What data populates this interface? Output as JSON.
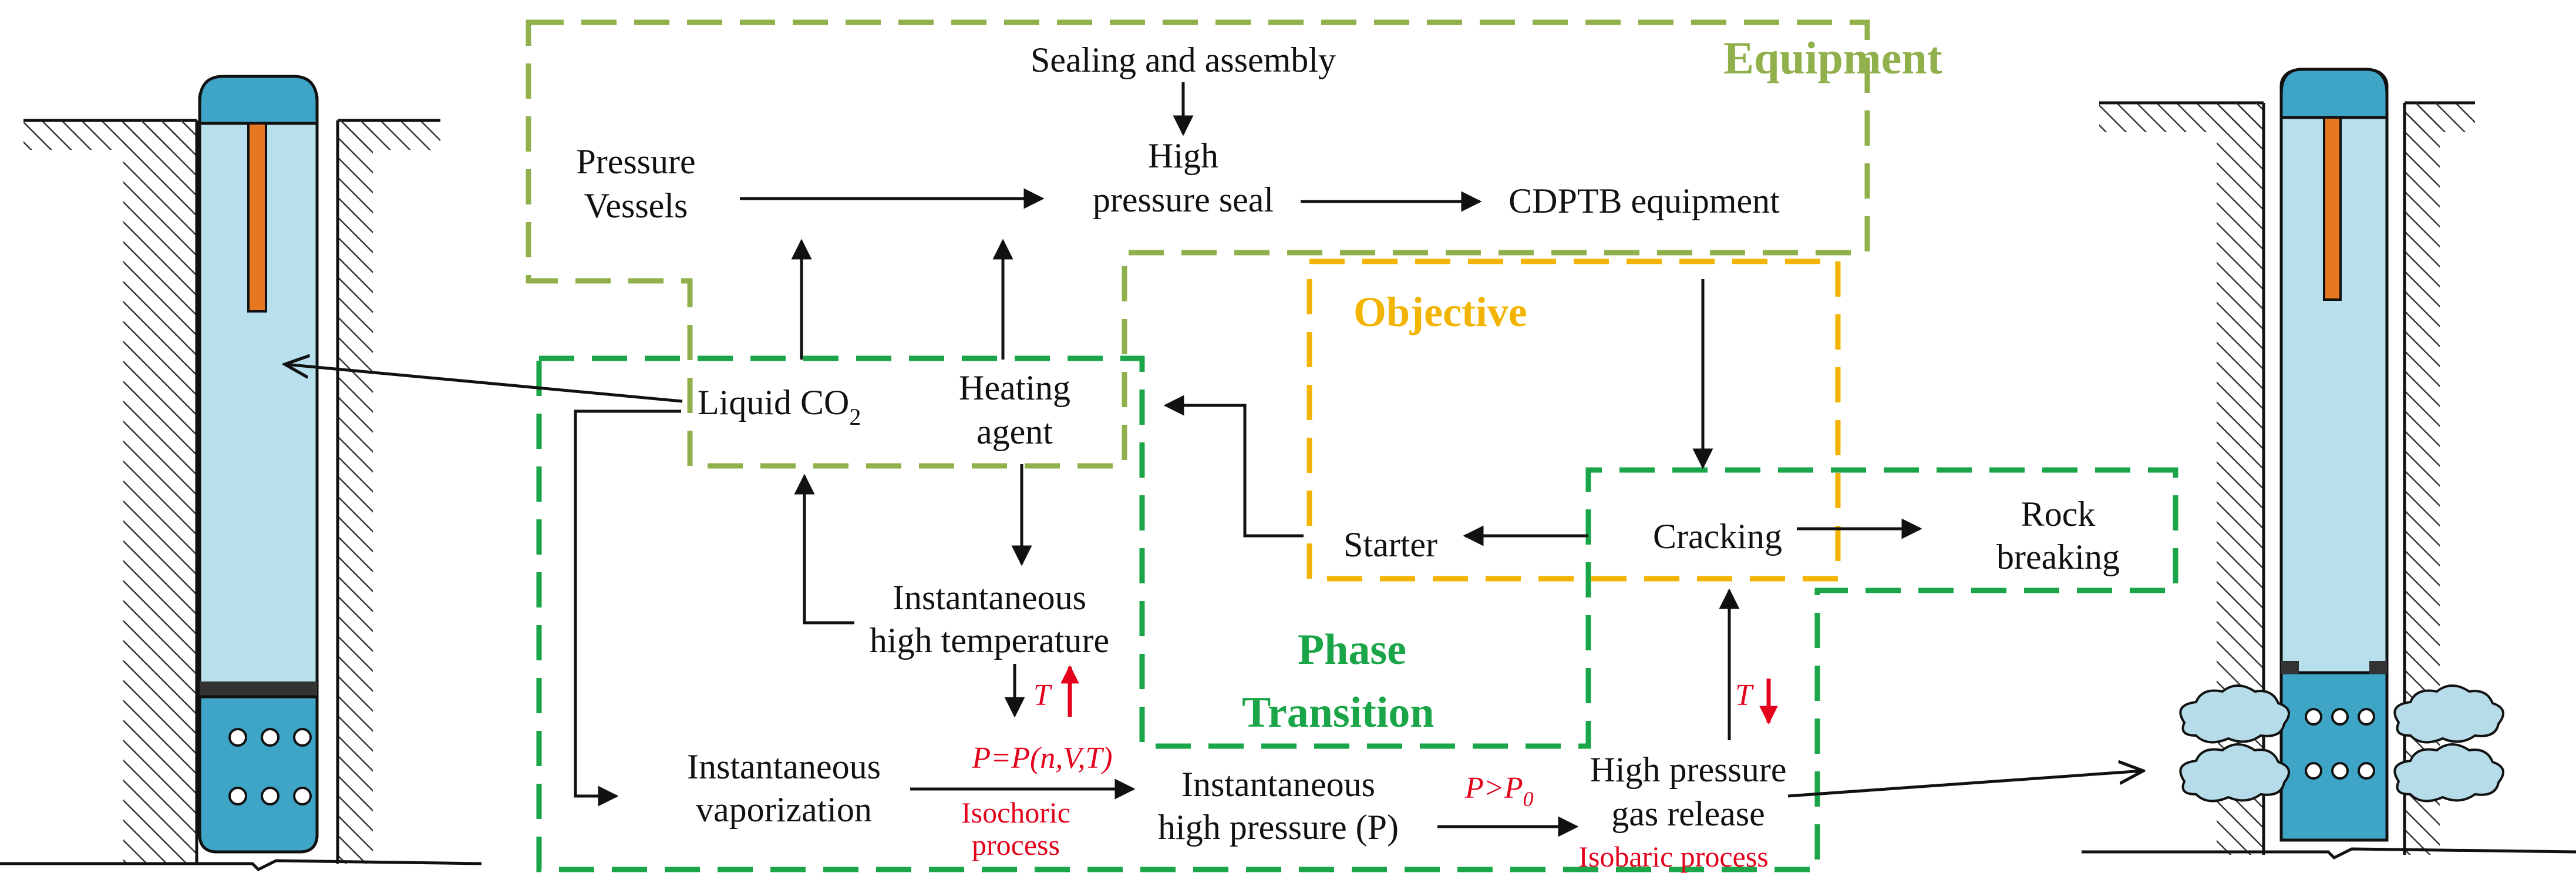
{
  "colors": {
    "equipment": "#8fb04a",
    "objective": "#f2b400",
    "phase": "#1aa548",
    "red": "#e3001b",
    "tube_light": "#b8dfec",
    "tube_dark": "#3fa5c6",
    "rod": "#e87722",
    "cloud": "#b6dcea"
  },
  "titles": {
    "equipment": "Equipment",
    "objective": "Objective",
    "phase_line1": "Phase",
    "phase_line2": "Transition"
  },
  "nodes": {
    "sealing": "Sealing and assembly",
    "pressure_vessels_1": "Pressure",
    "pressure_vessels_2": "Vessels",
    "high_pressure_seal_1": "High",
    "high_pressure_seal_2": "pressure seal",
    "cdptb": "CDPTB equipment",
    "liquid_co2": "Liquid CO",
    "liquid_co2_sub": "2",
    "heating_1": "Heating",
    "heating_2": "agent",
    "starter": "Starter",
    "cracking": "Cracking",
    "rock_1": "Rock",
    "rock_2": "breaking",
    "inst_temp_1": "Instantaneous",
    "inst_temp_2": "high temperature",
    "inst_vap_1": "Instantaneous",
    "inst_vap_2": "vaporization",
    "inst_pres_1": "Instantaneous",
    "inst_pres_2": "high pressure (P)",
    "gas_1": "High pressure",
    "gas_2": "gas release"
  },
  "annotations": {
    "t_up": "T",
    "t_down": "T",
    "pvt": "P=P(n,V,T)",
    "isochoric_1": "Isochoric",
    "isochoric_2": "process",
    "p_gt": "P>P",
    "p_gt_sub": "0",
    "isobaric": "Isobaric process"
  }
}
